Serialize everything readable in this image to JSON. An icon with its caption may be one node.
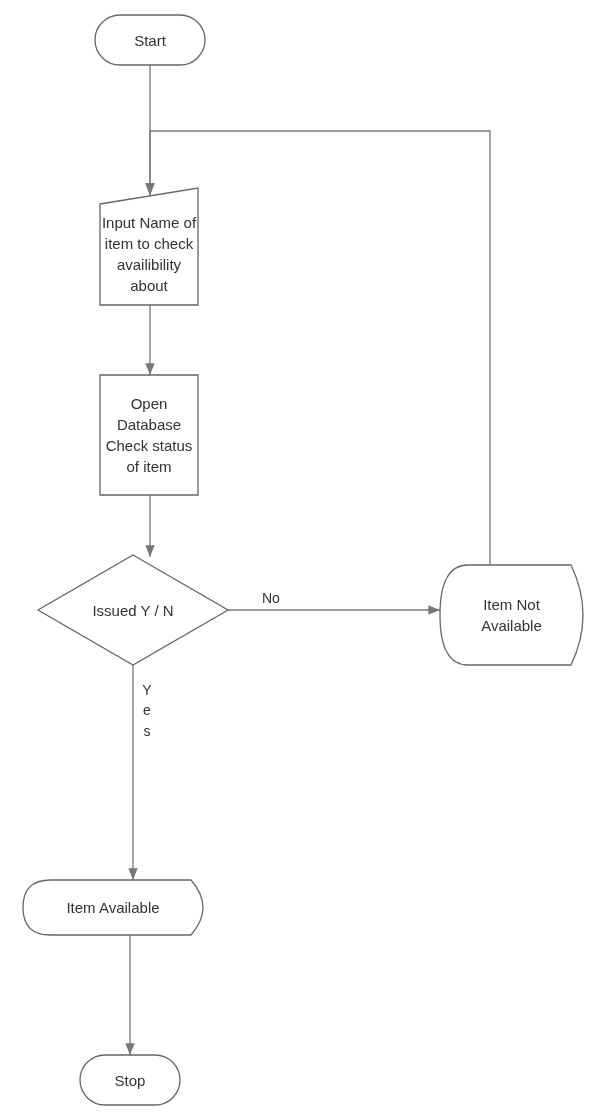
{
  "diagram": {
    "nodes": [
      {
        "text": [
          "Start"
        ]
      },
      {
        "text": [
          "Input Name of item to check availibility about"
        ]
      },
      {
        "text": [
          "Open Database Check status of item"
        ]
      },
      {
        "text": [
          "Issued Y / N"
        ]
      },
      {
        "text": [
          "Item Not Available"
        ]
      },
      {
        "text": [
          "Item Available"
        ]
      },
      {
        "text": [
          "Stop"
        ]
      }
    ],
    "edges": [
      {
        "from": 0,
        "to": 1,
        "arrow": "to"
      },
      {
        "from": 1,
        "to": 2,
        "arrow": "to"
      },
      {
        "from": 2,
        "to": 3,
        "arrow": "to"
      },
      {
        "from": 3,
        "to": 4,
        "arrow": "to",
        "label": "No"
      },
      {
        "from": 3,
        "to": 5,
        "arrow": "to",
        "label": "Yes"
      },
      {
        "from": 5,
        "to": 6,
        "arrow": "to"
      },
      {
        "from": 4,
        "to": 1,
        "arrow": "to"
      }
    ]
  }
}
